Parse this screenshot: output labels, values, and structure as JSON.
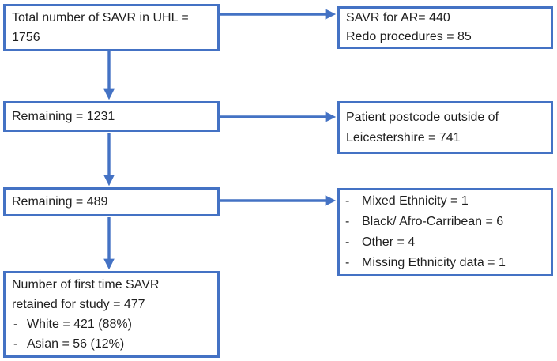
{
  "bullet_marker": "-",
  "colors": {
    "accent": "#4472C4",
    "text": "#1f1f1f",
    "background": "#ffffff"
  },
  "boxes": {
    "total": {
      "l1": "Total number of SAVR in UHL =",
      "l2": "1756"
    },
    "savr_ar": {
      "l1": "SAVR for AR= 440",
      "l2": "Redo procedures = 85"
    },
    "remaining1": {
      "text": "Remaining = 1231"
    },
    "postcode": {
      "l1": "Patient postcode outside of",
      "l2": "Leicestershire = 741"
    },
    "remaining2": {
      "text": "Remaining = 489"
    },
    "ethnicity": {
      "items": [
        "Mixed Ethnicity = 1",
        "Black/ Afro-Carribean = 6",
        "Other = 4",
        "Missing Ethnicity data = 1"
      ]
    },
    "retained": {
      "l1": "Number of first time SAVR",
      "l2": "retained for study = 477",
      "items": [
        "White = 421 (88%)",
        "Asian = 56 (12%)"
      ]
    }
  }
}
